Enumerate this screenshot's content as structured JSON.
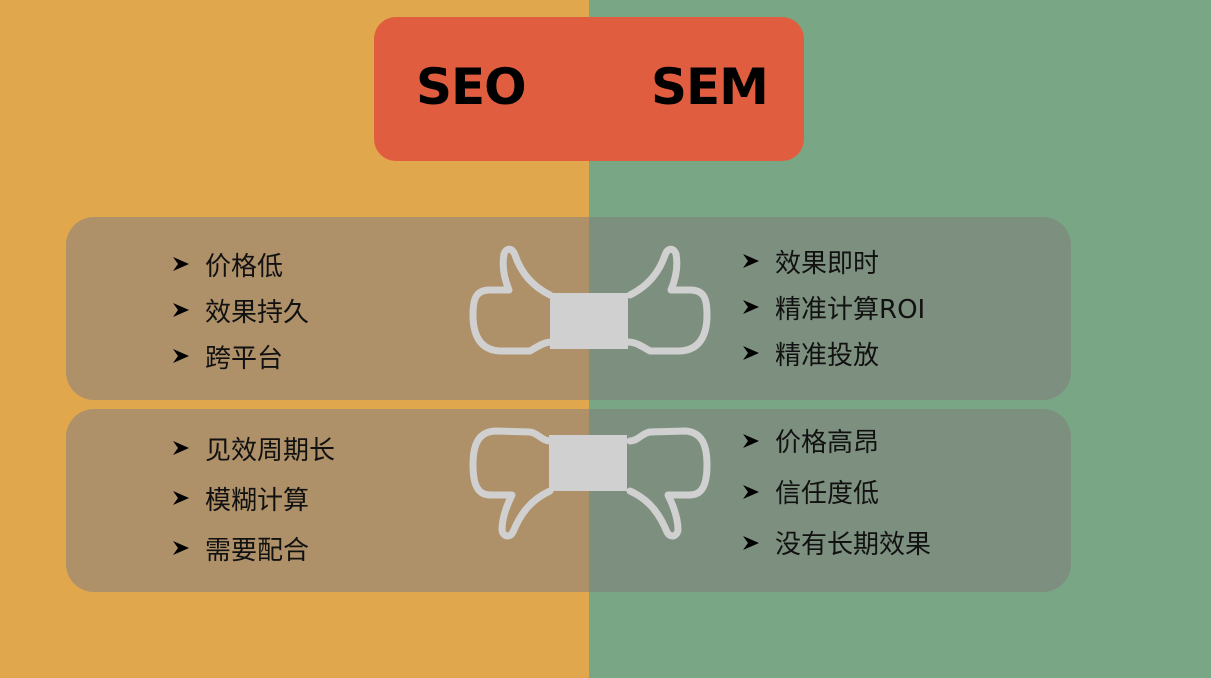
{
  "colors": {
    "seo_background": "#e0a74c",
    "sem_background": "#79a785",
    "title_box": "#e05e3f",
    "panel_left": "#ae9069",
    "panel_right": "#7d907f",
    "icon": "#d0d0d0"
  },
  "header": {
    "seo_label": "SEO",
    "sem_label": "SEM"
  },
  "pros": {
    "icon": "thumbs-up-icon",
    "seo": [
      "价格低",
      "效果持久",
      "跨平台"
    ],
    "sem": [
      "效果即时",
      "精准计算ROI",
      "精准投放"
    ]
  },
  "cons": {
    "icon": "thumbs-down-icon",
    "seo": [
      "见效周期长",
      "模糊计算",
      "需要配合"
    ],
    "sem": [
      "价格高昂",
      "信任度低",
      "没有长期效果"
    ]
  },
  "bullet_icon": "arrowhead-bullet-icon"
}
